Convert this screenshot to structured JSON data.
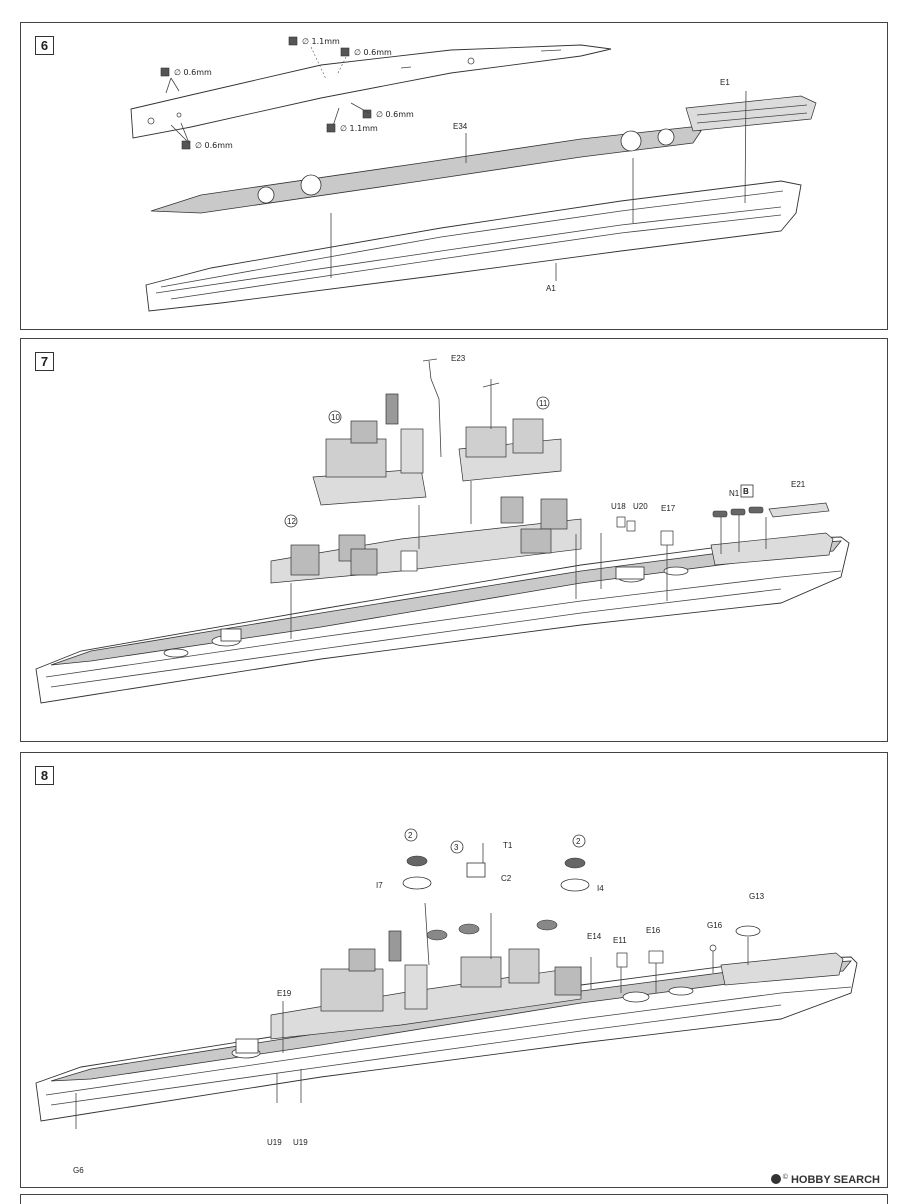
{
  "steps": [
    {
      "number": "6",
      "callouts": {
        "hole_06_a": "∅ 0.6mm",
        "hole_11_a": "∅ 1.1mm",
        "hole_06_b": "∅ 0.6mm",
        "hole_06_c": "∅ 0.6mm",
        "hole_11_b": "∅ 1.1mm",
        "hole_06_d": "∅ 0.6mm"
      },
      "parts": {
        "e1": "E1",
        "e34": "E34",
        "a1": "A1"
      }
    },
    {
      "number": "7",
      "subassembly_refs": {
        "ref10": "10",
        "ref11": "11",
        "ref12": "12"
      },
      "parts": {
        "e23": "E23",
        "u18": "U18",
        "u20": "U20",
        "e17": "E17",
        "n1": "N1",
        "b": "B",
        "e21": "E21"
      }
    },
    {
      "number": "8",
      "subassembly_refs": {
        "ref2a": "2",
        "ref3": "3",
        "ref2b": "2"
      },
      "parts": {
        "t1": "T1",
        "i7": "I7",
        "c2": "C2",
        "i4": "I4",
        "g13": "G13",
        "g16": "G16",
        "e14": "E14",
        "e11": "E11",
        "e16": "E16",
        "e19": "E19",
        "u19a": "U19",
        "u19b": "U19",
        "g6": "G6"
      }
    }
  ],
  "watermark": {
    "brand": "HOBBY SEARCH",
    "symbol": "©"
  }
}
